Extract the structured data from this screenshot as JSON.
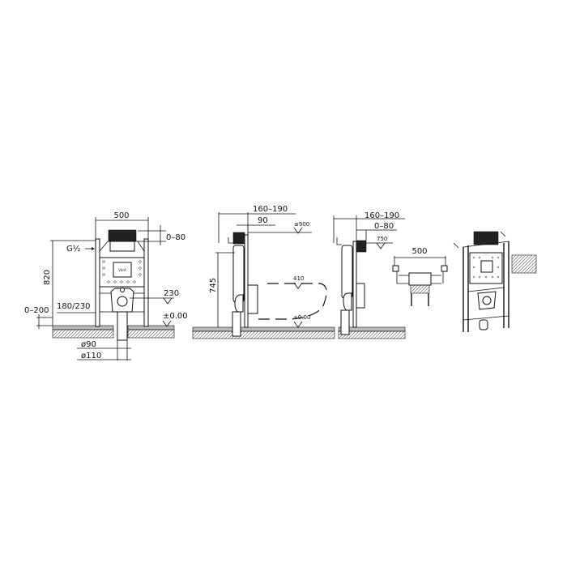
{
  "front_view": {
    "width": "500",
    "flush_adjust": "0–80",
    "water_inlet": "G½",
    "height": "820",
    "drain_height": "230",
    "floor_adjust": "0–200",
    "bolt_spacing": "180/230",
    "floor_level": "±0.00",
    "pipe_small": "ø90",
    "pipe_large": "ø110",
    "logo": "VitrA"
  },
  "side_view_pan": {
    "depth_range": "160–190",
    "depth": "90",
    "flush_height": "≤900",
    "bolt_height": "745",
    "pan_height": "410",
    "floor_level": "±0.00"
  },
  "side_view_compact": {
    "depth_range": "160–190",
    "flush_adjust": "0–80",
    "flush_height": "750"
  },
  "top_view": {
    "width": "500"
  },
  "colors": {
    "line": "#111111",
    "background": "#ffffff"
  }
}
